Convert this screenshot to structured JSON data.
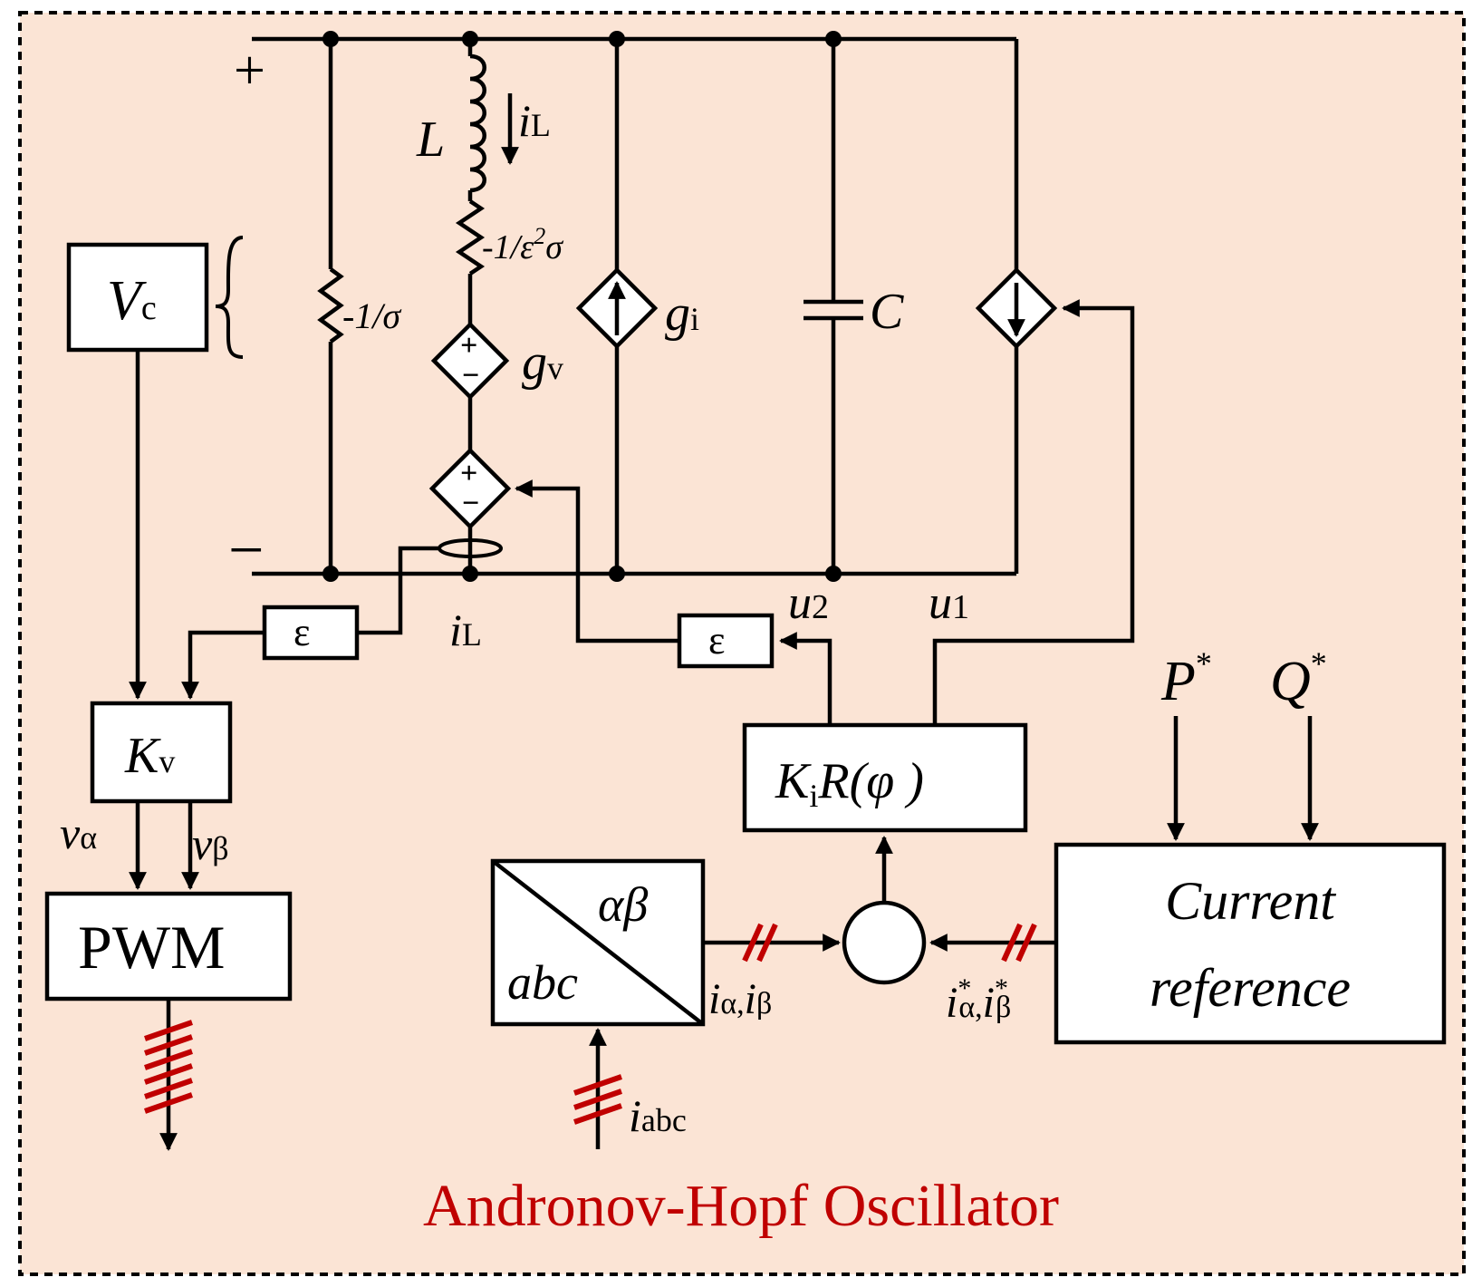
{
  "title": "Andronov-Hopf Oscillator",
  "colors": {
    "background": "#fbe4d5",
    "title": "#c00000",
    "multi_line_marks": "#c00000",
    "stroke": "#000000"
  },
  "terminals": {
    "plus": "+",
    "minus": "−"
  },
  "vc": {
    "main": "V",
    "sub": "c"
  },
  "resistor1": {
    "label": "-1/σ"
  },
  "inductor": {
    "label": "L"
  },
  "inductor_current": {
    "main": "i",
    "sub": "L"
  },
  "resistor2": {
    "pre": "-1/ε",
    "sup": "2",
    "post": "σ"
  },
  "gv": {
    "main": "g",
    "sub": "v"
  },
  "gi": {
    "main": "g",
    "sub": "i"
  },
  "capacitor": {
    "label": "C"
  },
  "sensed_current": {
    "main": "i",
    "sub": "L"
  },
  "eps_left": "ε",
  "eps_right": "ε",
  "u1": {
    "main": "u",
    "sub": "1"
  },
  "u2": {
    "main": "u",
    "sub": "2"
  },
  "kv": {
    "main": "K",
    "sub": "v"
  },
  "v_alpha": {
    "main": "v",
    "sub": "α"
  },
  "v_beta": {
    "main": "v",
    "sub": "β"
  },
  "pwm": "PWM",
  "kir": {
    "k": "K",
    "sub": "i",
    "rest": "R(φ )"
  },
  "transform": {
    "top": "αβ",
    "bottom": "abc"
  },
  "i_ab": {
    "m1": "i",
    "s1": "α,",
    "m2": "i",
    "s2": "β"
  },
  "i_ab_ref": {
    "m1": "i",
    "sup1": "*",
    "s1": "α,",
    "m2": "i",
    "sup2": "*",
    "s2": "β"
  },
  "i_abc": {
    "main": "i",
    "sub": "abc"
  },
  "p_ref": {
    "main": "P",
    "sup": "*"
  },
  "q_ref": {
    "main": "Q",
    "sup": "*"
  },
  "current_reference": {
    "line1": "Current",
    "line2": "reference"
  }
}
